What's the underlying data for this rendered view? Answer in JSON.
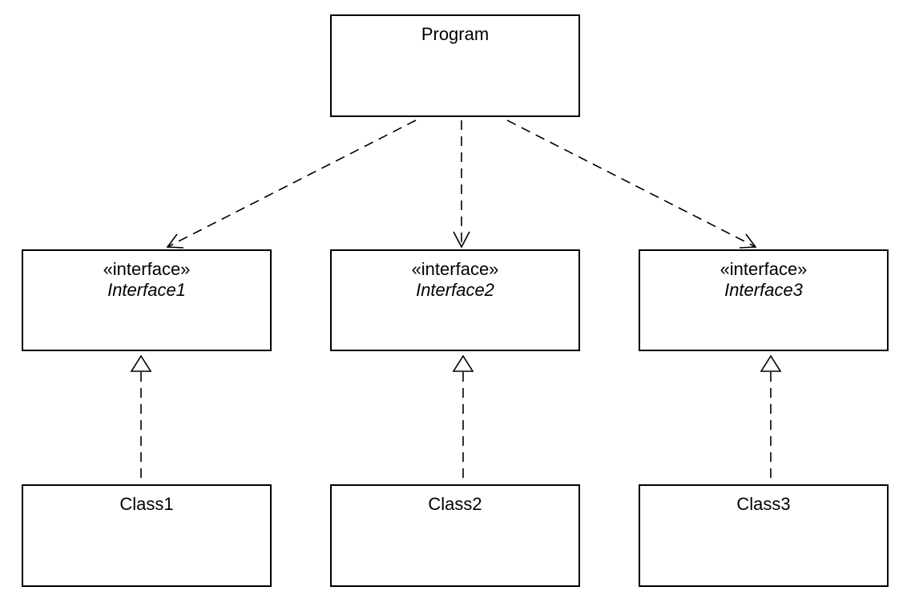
{
  "diagram": {
    "program": {
      "name": "Program"
    },
    "interfaces": [
      {
        "stereotype": "«interface»",
        "name": "Interface1"
      },
      {
        "stereotype": "«interface»",
        "name": "Interface2"
      },
      {
        "stereotype": "«interface»",
        "name": "Interface3"
      }
    ],
    "classes": [
      {
        "name": "Class1"
      },
      {
        "name": "Class2"
      },
      {
        "name": "Class3"
      }
    ],
    "relationships": [
      {
        "from": "Program",
        "to": "Interface1",
        "kind": "dependency"
      },
      {
        "from": "Program",
        "to": "Interface2",
        "kind": "dependency"
      },
      {
        "from": "Program",
        "to": "Interface3",
        "kind": "dependency"
      },
      {
        "from": "Class1",
        "to": "Interface1",
        "kind": "realization"
      },
      {
        "from": "Class2",
        "to": "Interface2",
        "kind": "realization"
      },
      {
        "from": "Class3",
        "to": "Interface3",
        "kind": "realization"
      }
    ],
    "colors": {
      "line": "#000000",
      "box_fill": "#ffffff",
      "background": "#ffffff"
    }
  }
}
